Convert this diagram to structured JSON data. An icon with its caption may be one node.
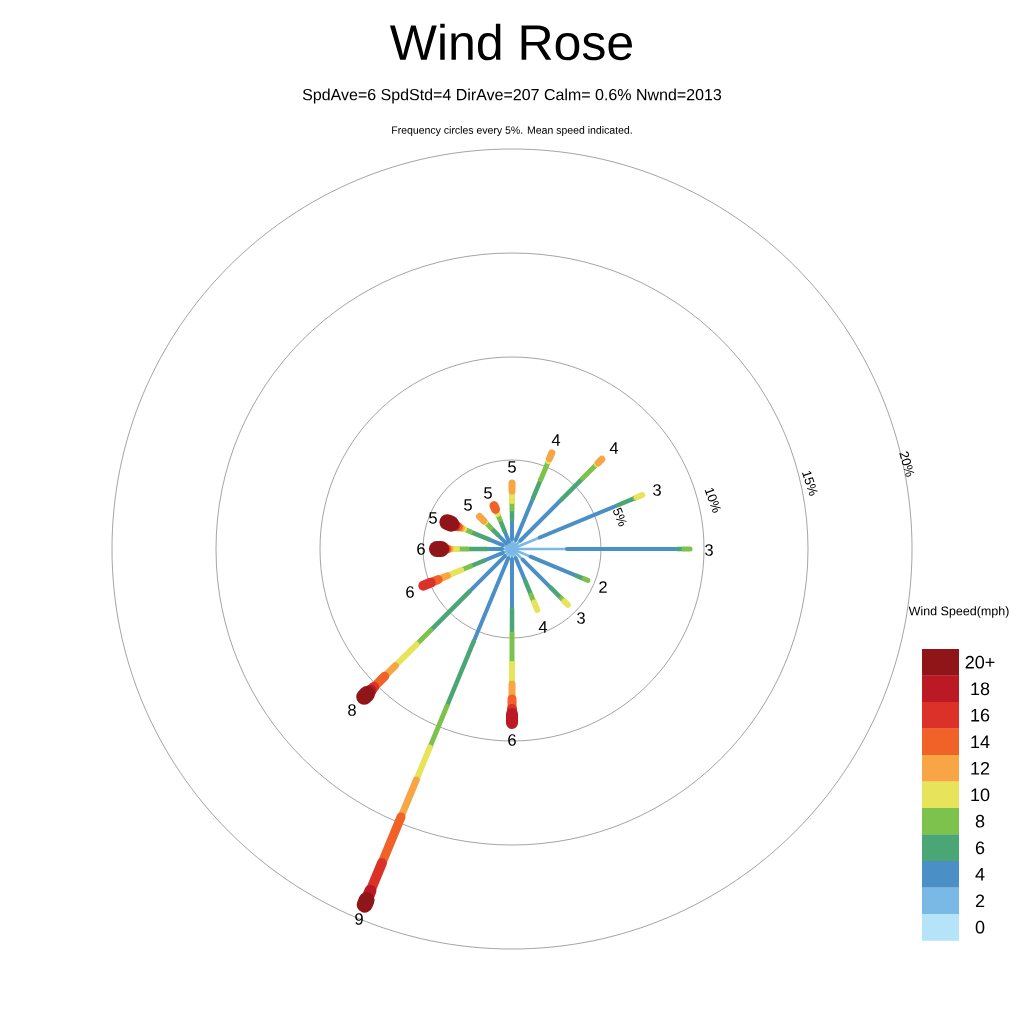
{
  "diagram": {
    "title": "Wind Rose",
    "labels": [
      "SpdAve=6  SpdStd=4  DirAve=207   Calm= 0.6%  Nwnd=2013",
      "Frequency circles every 5%. Mean speed indicated.",
      "5%",
      "10%",
      "15%",
      "20%",
      "5",
      "4",
      "4",
      "3",
      "3",
      "2",
      "3",
      "4",
      "6",
      "9",
      "8",
      "6",
      "6",
      "5",
      "5",
      "5",
      "Wind Speed(mph)"
    ],
    "legend": [
      {
        "text": "20+",
        "color": "#8f1518"
      },
      {
        "text": "18",
        "color": "#bb1a24"
      },
      {
        "text": "16",
        "color": "#dc3128"
      },
      {
        "text": "14",
        "color": "#f06228"
      },
      {
        "text": "12",
        "color": "#f7a545"
      },
      {
        "text": "10",
        "color": "#e7e35a"
      },
      {
        "text": "8",
        "color": "#7cc24d"
      },
      {
        "text": "6",
        "color": "#4aa674"
      },
      {
        "text": "4",
        "color": "#4a8fc6"
      },
      {
        "text": "2",
        "color": "#7ab8e5"
      },
      {
        "text": "0",
        "color": "#b5e3f8"
      }
    ]
  }
}
